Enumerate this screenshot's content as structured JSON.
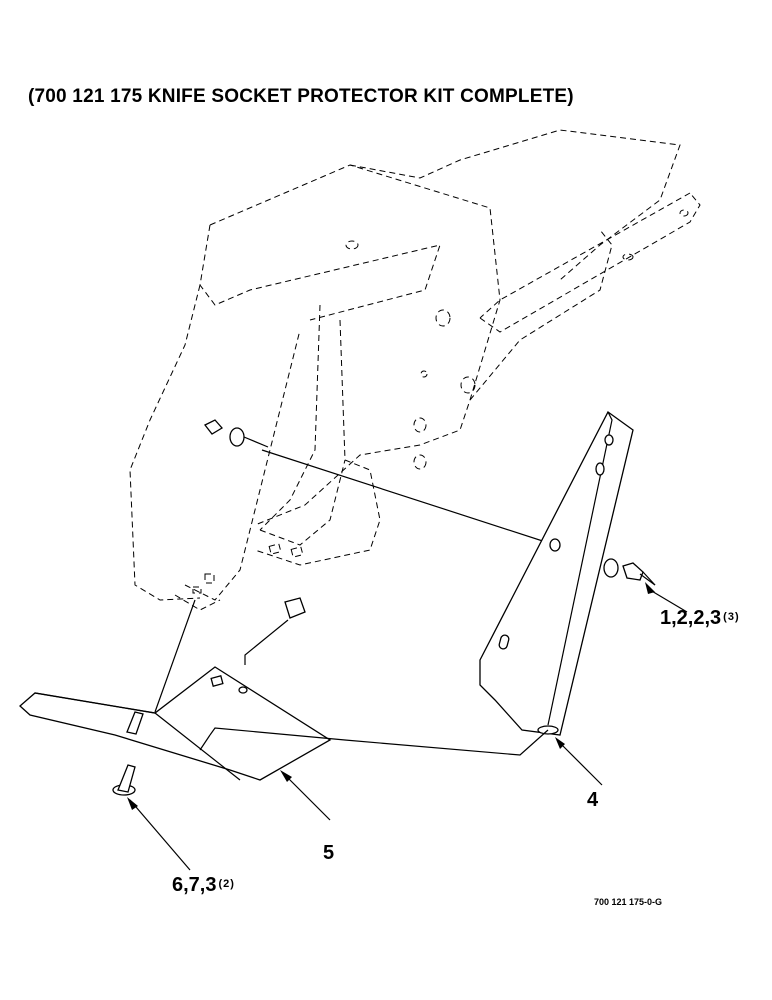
{
  "title": "(700 121 175 KNIFE SOCKET PROTECTOR KIT COMPLETE)",
  "callouts": [
    {
      "label": "1,2,2,3",
      "qty": "(3)"
    },
    {
      "label": "4",
      "qty": ""
    },
    {
      "label": "5",
      "qty": ""
    },
    {
      "label": "6,7,3",
      "qty": "(2)"
    }
  ],
  "reference": "700 121 175-0-G"
}
